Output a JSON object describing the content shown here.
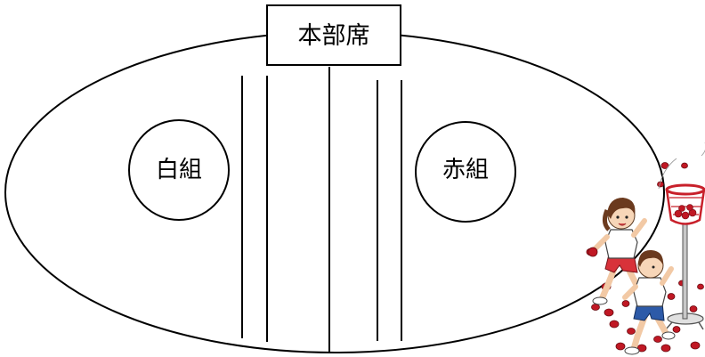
{
  "diagram": {
    "headquarters_label": "本部席",
    "white_team_label": "白組",
    "red_team_label": "赤組"
  },
  "illustration": {
    "name": "tamaire-ball-toss-children",
    "colors": {
      "ball_red": "#c01824",
      "basket_red": "#c8202a",
      "girl_shirt": "#ffffff",
      "girl_shorts": "#d8323a",
      "boy_shorts": "#2d5aa8",
      "hair": "#6b3a1e"
    }
  }
}
